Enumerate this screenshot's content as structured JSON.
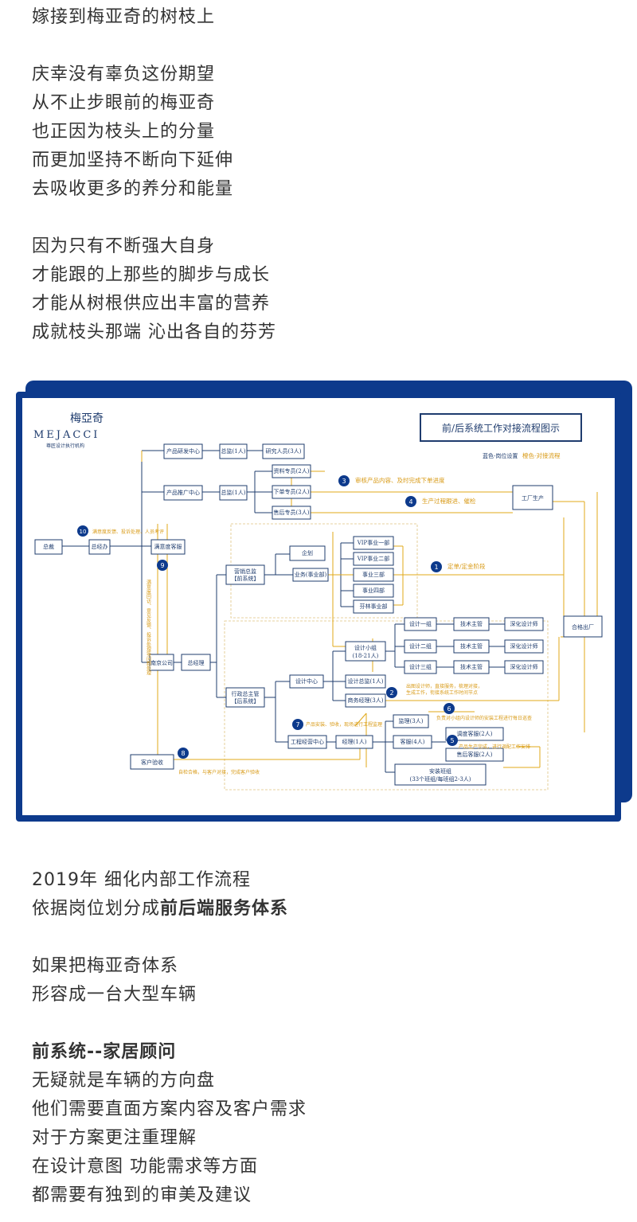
{
  "top_text": {
    "l1": "嫁接到梅亚奇的树枝上",
    "l2": "庆幸没有辜负这份期望",
    "l3": "从不止步眼前的梅亚奇",
    "l4": "也正因为枝头上的分量",
    "l5": "而更加坚持不断向下延伸",
    "l6": "去吸收更多的养分和能量",
    "l7": "因为只有不断强大自身",
    "l8": "才能跟的上那些的脚步与成长",
    "l9": "才能从树根供应出丰富的营养",
    "l10": "成就枝头那端 沁出各自的芬芳"
  },
  "diagram": {
    "logo_cn": "梅亞奇",
    "logo_en": "MEJACCI",
    "logo_sub": "尊匠设计执行机构",
    "title": "前/后系统工作对接流程图示",
    "legend_blue": "蓝色-岗位设置",
    "legend_gold": "橙色-对接流程",
    "nodes": {
      "zongcai": "总裁",
      "zongjingban": "总经办",
      "manyidu": "满意度客服",
      "yanfa": "产品研发中心",
      "zongjian1": "总监(1人)",
      "yanjiu": "研究人员(3人)",
      "tuoguang": "产品推广中心",
      "zongjian2": "总监(1人)",
      "zhuanyuan1": "资料专员(2人)",
      "zhuanyuan2": "下单专员(2人)",
      "zhuanyuan3": "售后专员(3人)",
      "gongchang": "工厂生产",
      "qihua": "企划",
      "yingxiao": "营销总监\n【前系统】",
      "yewu": "业务(事业部)",
      "vip1": "VIP事业一部",
      "vip2": "VIP事业二部",
      "sy3": "事业三部",
      "sy4": "事业四部",
      "sy5": "芬林事业部",
      "hefei": "合格出厂",
      "fengongsi": "南京公司",
      "zongjingli": "总经理",
      "hangzheng": "行政总主管\n【后系统】",
      "sheji": "设计中心",
      "sjxz": "设计小组\n(18-21人)",
      "sjzj": "设计总监(1人)",
      "swjl": "商务经理(3人)",
      "z1": "设计一组",
      "z2": "设计二组",
      "z3": "设计三组",
      "js1": "技术主管",
      "js2": "技术主管",
      "js3": "技术主管",
      "sh1": "深化设计师",
      "sh2": "深化设计师",
      "sh3": "深化设计师",
      "gongcheng": "工程经营中心",
      "jingli": "经理(1人)",
      "zj3": "监理(3人)",
      "kefu4": "客服(4人)",
      "diaodu": "调度客服(2人)",
      "shouhou": "售后客服(2人)",
      "anzhuang": "安装班组\n(33个班组/每班组2-3人)",
      "kehu": "客户验收"
    },
    "notes": {
      "n1": "定单/定金阶段",
      "n2": "出图设计师，直接服务，梳理对接，生成工作，衔接系统工作时间节点",
      "n3": "审核产品内容、及时完成下单进度",
      "n4": "生产过程跟进、催检",
      "n5": "产品生产完成，进行调配工作安排",
      "n6": "负责对小组内设计师的安装工程进行每日巡查",
      "n7": "产品安装、验收，现场进行工程监理",
      "n8": "自检合格，与客户对接，完成客户验收",
      "n9": "满意度回访、意见反馈、投诉处理等问题处理",
      "n10": "满意度反馈、投诉处理、人员考评"
    }
  },
  "bottom_text": {
    "l1": "2019年 细化内部工作流程",
    "l2_pre": "依据岗位划分成",
    "l2_bold": "前后端服务体系",
    "l3": "如果把梅亚奇体系",
    "l4": "形容成一台大型车辆",
    "l5": "前系统--家居顾问",
    "l6": "无疑就是车辆的方向盘",
    "l7": "他们需要直面方案内容及客户需求",
    "l8": "对于方案更注重理解",
    "l9": "在设计意图 功能需求等方面",
    "l10": "都需要有独到的审美及建议"
  },
  "colors": {
    "navy": "#0d3a8c",
    "gold": "#e0a91a",
    "line_blue": "#1f3c6e",
    "text": "#333333"
  }
}
